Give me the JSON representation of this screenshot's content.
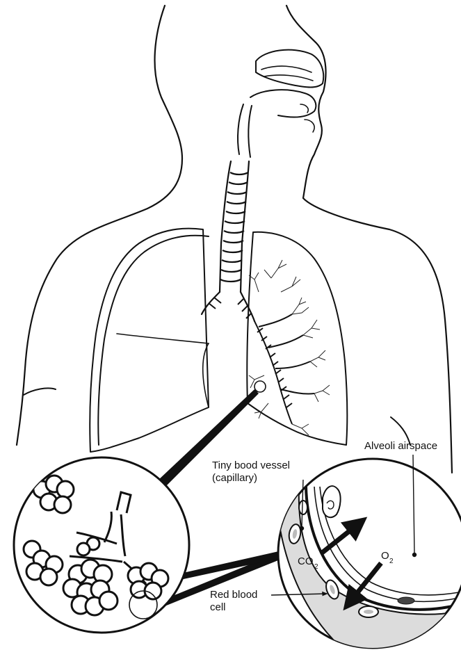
{
  "labels": {
    "alveoli_airspace": "Alveoli airspace",
    "vessel_line1": "Tiny bood vessel",
    "vessel_line2": "(capillary)",
    "co2_main": "CO",
    "co2_sub": "2",
    "o2_main": "O",
    "o2_sub": "2",
    "rbc_line1": "Red blood",
    "rbc_line2": "cell"
  },
  "colors": {
    "line": "#111111",
    "background": "#ffffff",
    "capillary_fill": "#dcdcdc"
  }
}
